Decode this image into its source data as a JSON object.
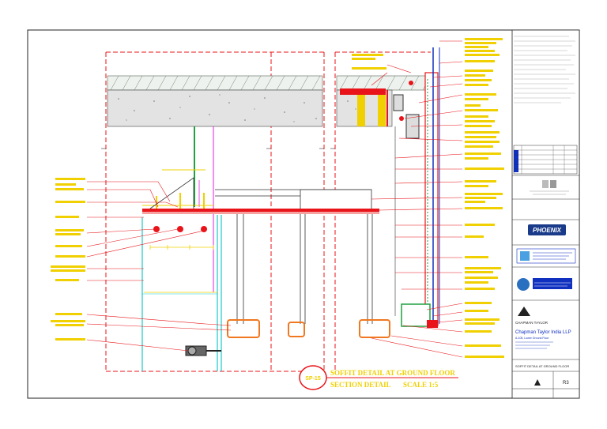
{
  "title_block": {
    "company_name": "Chapman Taylor India LLP",
    "company_logo_text": "CHAPMAN TAYLOR",
    "company_address": "A-105, Lower Ground Floor",
    "drawing_title": "SOFFIT DETAIL AT GROUND FLOOR",
    "revision": "R3",
    "consultant_logo_text": "PHOENIX"
  },
  "drawing": {
    "tag": "SP-15",
    "title_line1": "SOFFIT DETAIL AT GROUND FLOOR",
    "title_line2": "SECTION DETAIL",
    "scale": "SCALE 1:5"
  },
  "colors": {
    "border": "#222222",
    "red": "#e8141a",
    "yellow": "#f0d000",
    "cyan": "#19c8c8",
    "magenta": "#e020e0",
    "orange": "#f07820",
    "blue": "#1030c0",
    "green": "#20a040",
    "concrete": "#d8d8d8",
    "hatch": "#556655"
  }
}
